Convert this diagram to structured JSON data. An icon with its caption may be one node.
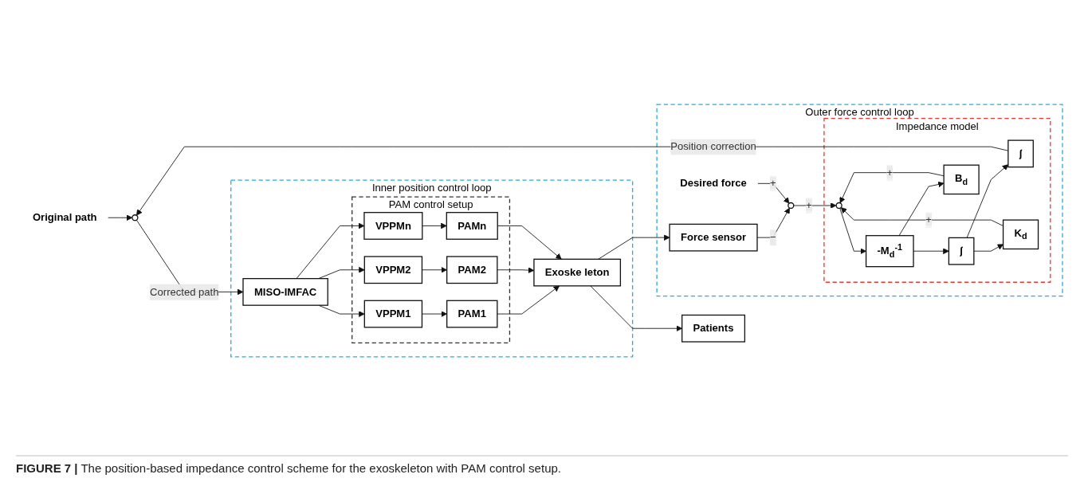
{
  "diagram": {
    "caption": "**FIGURE 7 |** The position-based impedance control scheme for the exoskeleton with PAM control setup.",
    "nodes": [
      {
        "text": [
          "Original path"
        ]
      },
      {
        "text": [],
        "shape": "circle"
      },
      {
        "text": [
          "Inner position control loop"
        ]
      },
      {
        "text": [
          "PAM control setup"
        ],
        "in": 2
      },
      {
        "text": [
          "MISO-IMFAC"
        ],
        "in": 2
      },
      {
        "text": [
          "VPPM1"
        ],
        "in": 3
      },
      {
        "text": [
          "PAM1"
        ],
        "in": 3
      },
      {
        "text": [
          "VPPM2"
        ],
        "in": 3
      },
      {
        "text": [
          "PAM2"
        ],
        "in": 3
      },
      {
        "text": [
          "VPPMn"
        ],
        "in": 3
      },
      {
        "text": [
          "PAMn"
        ],
        "in": 3
      },
      {
        "text": [
          "Exoske leton"
        ],
        "in": 2
      },
      {
        "text": [
          "Patients"
        ]
      },
      {
        "text": [
          "Outer force control loop"
        ]
      },
      {
        "text": [
          "Impedance model"
        ],
        "in": 13
      },
      {
        "text": [
          "∫"
        ],
        "in": 14
      },
      {
        "text": [
          "∫"
        ],
        "in": 14
      },
      {
        "text": [
          "-M$_{d}$$^{-1}$"
        ],
        "in": 14
      },
      {
        "text": [],
        "shape": "circle",
        "in": 14
      },
      {
        "text": [
          "B$_{d}$"
        ],
        "in": 14
      },
      {
        "text": [
          "K$_{d}$"
        ],
        "in": 14
      },
      {
        "text": [],
        "shape": "circle",
        "in": 13
      },
      {
        "text": [
          "Force sensor"
        ],
        "in": 13
      },
      {
        "text": [
          "Desired force"
        ],
        "in": 13
      }
    ],
    "edges": [
      {
        "from": 0,
        "to": 1,
        "arrow": "to"
      },
      {
        "from": 1,
        "to": 4,
        "arrow": "to",
        "label": "Corrected path"
      },
      {
        "from": 4,
        "to": 5,
        "arrow": "to"
      },
      {
        "from": 4,
        "to": 7,
        "arrow": "to"
      },
      {
        "from": 4,
        "to": 9,
        "arrow": "to"
      },
      {
        "from": 5,
        "to": 6,
        "arrow": "to"
      },
      {
        "from": 7,
        "to": 8,
        "arrow": "to"
      },
      {
        "from": 9,
        "to": 10,
        "arrow": "to"
      },
      {
        "from": 6,
        "to": 11,
        "arrow": "to"
      },
      {
        "from": 8,
        "to": 11,
        "arrow": "to"
      },
      {
        "from": 10,
        "to": 11,
        "arrow": "to"
      },
      {
        "from": 11,
        "to": 12,
        "arrow": "to"
      },
      {
        "from": 11,
        "to": 22,
        "arrow": "to"
      },
      {
        "from": 22,
        "to": 21,
        "arrow": "to",
        "label": "−"
      },
      {
        "from": 23,
        "to": 21,
        "arrow": "to",
        "label": "+"
      },
      {
        "from": 21,
        "to": 18,
        "arrow": "to",
        "label": "+"
      },
      {
        "from": 18,
        "to": 17,
        "arrow": "to"
      },
      {
        "from": 17,
        "to": 16,
        "arrow": "to"
      },
      {
        "from": 16,
        "to": 15,
        "arrow": "to"
      },
      {
        "from": 15,
        "to": 1,
        "arrow": "to",
        "label": "Position correction"
      },
      {
        "from": 17,
        "to": 19,
        "arrow": "to"
      },
      {
        "from": 19,
        "to": 18,
        "arrow": "to",
        "label": "+"
      },
      {
        "from": 16,
        "to": 20,
        "arrow": "to"
      },
      {
        "from": 20,
        "to": 18,
        "arrow": "to",
        "label": "+"
      }
    ]
  }
}
